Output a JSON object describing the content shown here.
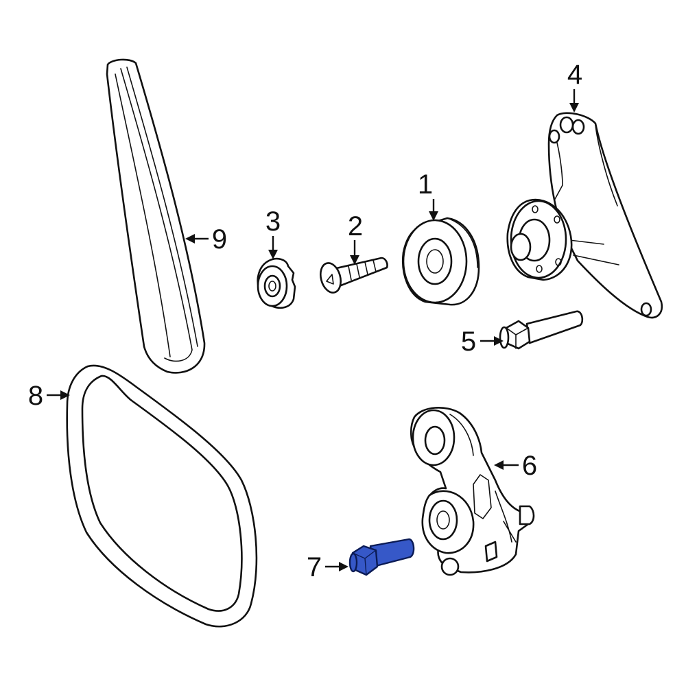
{
  "diagram": {
    "highlight_color": "#3658c8",
    "line_color": "#111111",
    "background": "#ffffff",
    "parts": [
      {
        "number": "1",
        "name": "idler-pulley"
      },
      {
        "number": "2",
        "name": "pulley-bolt"
      },
      {
        "number": "3",
        "name": "dust-cap"
      },
      {
        "number": "4",
        "name": "mounting-bracket"
      },
      {
        "number": "5",
        "name": "bracket-bolt"
      },
      {
        "number": "6",
        "name": "belt-tensioner"
      },
      {
        "number": "7",
        "name": "tensioner-bolt",
        "highlighted": true
      },
      {
        "number": "8",
        "name": "serpentine-belt"
      },
      {
        "number": "9",
        "name": "accessory-belt"
      }
    ]
  }
}
